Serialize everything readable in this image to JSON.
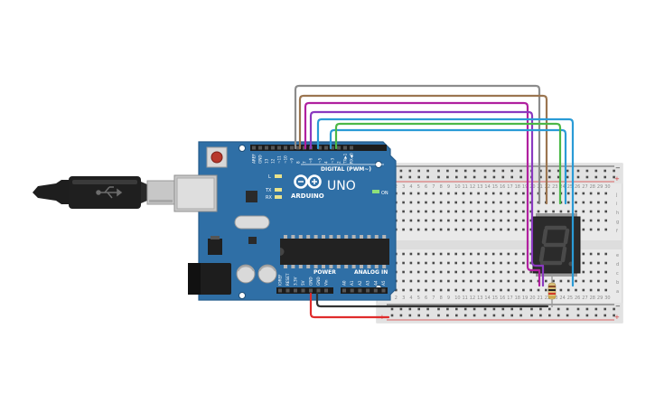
{
  "arduino": {
    "brand": "ARDUINO",
    "model": "UNO",
    "digital_label": "DIGITAL (PWM~)",
    "power_label": "POWER",
    "analog_label": "ANALOG IN",
    "on_label": "ON",
    "tx_label": "TX",
    "rx_label": "RX",
    "l_label": "L",
    "digital_pins": [
      "AREF",
      "GND",
      "13",
      "12",
      "~11",
      "~10",
      "~9",
      "8",
      "7",
      "~6",
      "~5",
      "4",
      "~3",
      "2",
      "TX▶1",
      "RX◀0"
    ],
    "power_pins": [
      "IOREF",
      "RESET",
      "3.3V",
      "5V",
      "GND",
      "GND",
      "Vin"
    ],
    "analog_pins": [
      "A0",
      "A1",
      "A2",
      "A3",
      "A4",
      "A5"
    ]
  },
  "breadboard": {
    "row_letters_top": [
      "j",
      "i",
      "h",
      "g",
      "f"
    ],
    "row_letters_bottom": [
      "e",
      "d",
      "c",
      "b",
      "a"
    ],
    "plus": "+",
    "minus": "−",
    "column_count": 30
  },
  "display": {
    "digit": "8"
  },
  "colors": {
    "board": "#2f6fa6",
    "wire_gray": "#8c8c8c",
    "wire_brown": "#9b7550",
    "wire_magenta": "#b0209f",
    "wire_purple": "#8a39c0",
    "wire_teal": "#2a9bd6",
    "wire_green": "#4bb848",
    "wire_red": "#e02b2b",
    "wire_black": "#333333"
  }
}
